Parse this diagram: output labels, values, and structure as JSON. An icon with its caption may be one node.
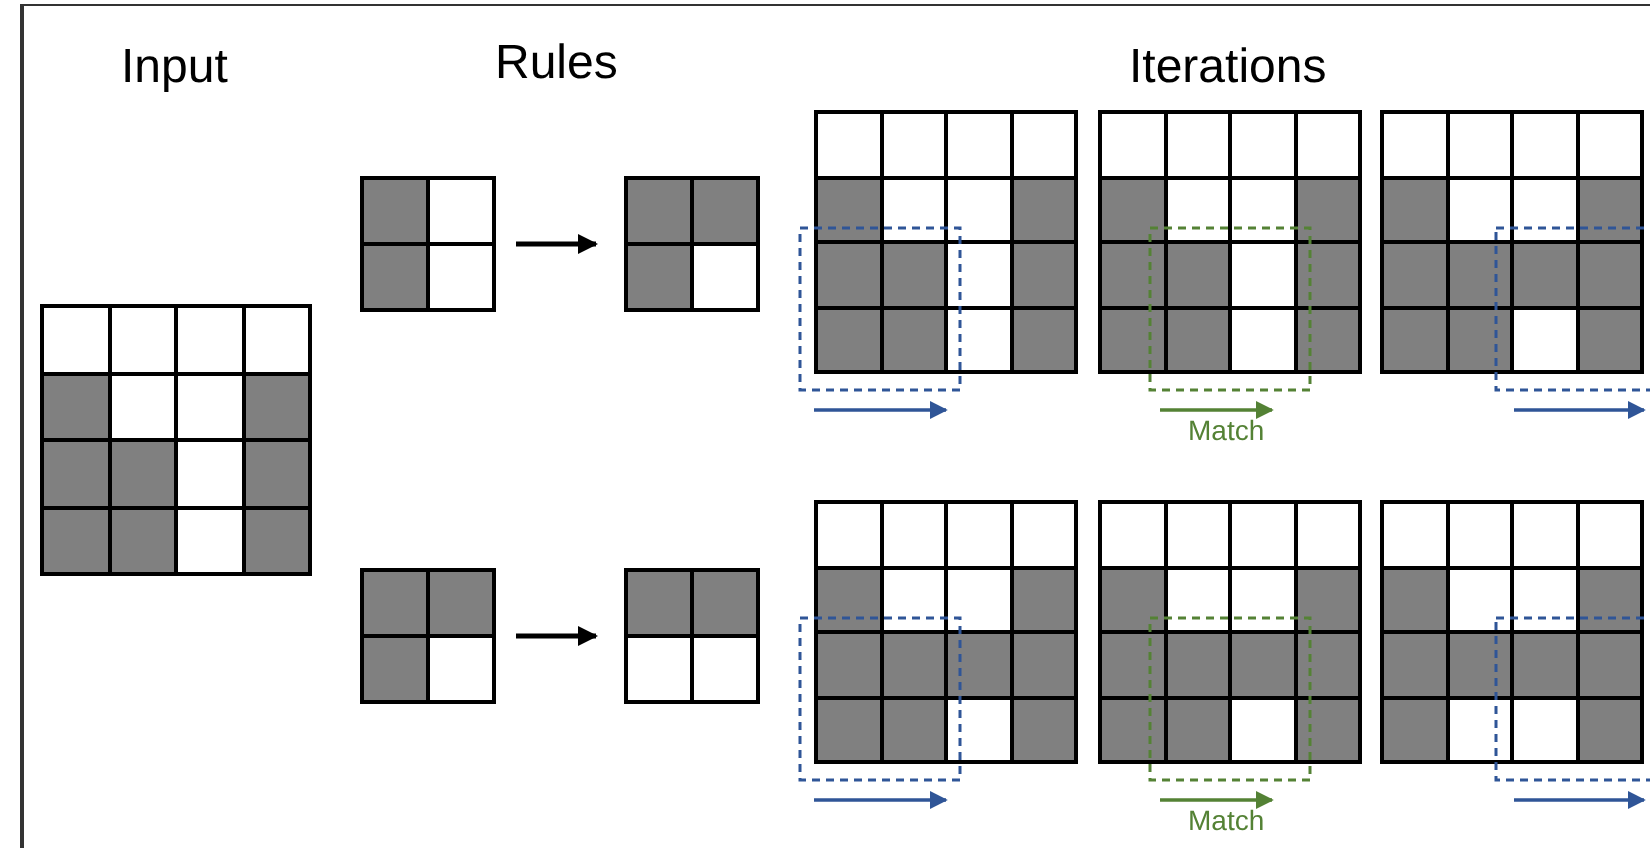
{
  "diagram": {
    "nodes": [
      {
        "text": [],
        "shape": "box"
      },
      {
        "text": [],
        "shape": "box"
      },
      {
        "text": [],
        "shape": "box"
      },
      {
        "text": [],
        "shape": "box"
      },
      {
        "text": [],
        "shape": "box"
      },
      {
        "text": [],
        "shape": "box"
      },
      {
        "text": [],
        "shape": "box"
      },
      {
        "text": [],
        "shape": "box"
      },
      {
        "text": [],
        "shape": "box"
      },
      {
        "text": [],
        "shape": "box"
      },
      {
        "text": [],
        "shape": "box"
      },
      {
        "text": [],
        "shape": "box"
      },
      {
        "text": [],
        "shape": "box"
      },
      {
        "text": [],
        "shape": "box"
      },
      {
        "text": [],
        "shape": "box"
      },
      {
        "text": [],
        "shape": "box"
      },
      {
        "text": [],
        "shape": "box"
      }
    ],
    "edges": [
      {
        "from": 1,
        "to": 2,
        "arrow": "to"
      },
      {
        "from": 3,
        "to": 4,
        "arrow": "to"
      }
    ],
    "labels": [
      "Input",
      "Rules",
      "Iterations",
      "Match",
      "Match"
    ]
  }
}
